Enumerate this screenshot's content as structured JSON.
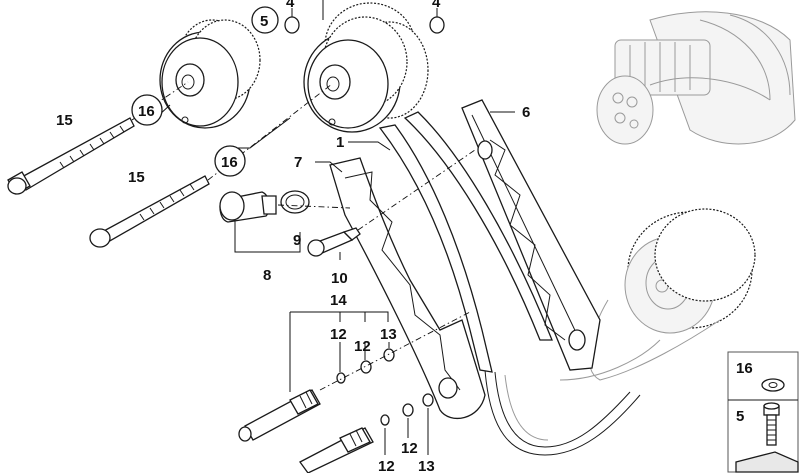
{
  "callouts": {
    "c1": "1",
    "c4a": "4",
    "c4b": "4",
    "c5": "5",
    "c6": "6",
    "c7": "7",
    "c8": "8",
    "c9": "9",
    "c10": "10",
    "c12a": "12",
    "c12b": "12",
    "c12c": "12",
    "c12d": "12",
    "c13a": "13",
    "c13b": "13",
    "c14": "14",
    "c15a": "15",
    "c15b": "15",
    "c16a": "16",
    "c16b": "16"
  },
  "inset": {
    "label_16": "16",
    "label_5": "5"
  }
}
